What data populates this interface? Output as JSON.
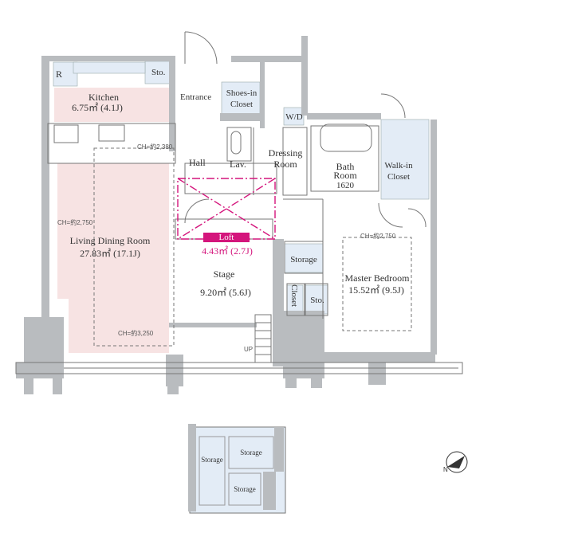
{
  "rooms": {
    "refrigerator": "R",
    "kitchen_storage": "Sto.",
    "kitchen_name": "Kitchen",
    "kitchen_area": "6.75㎡ (4.1J)",
    "entrance": "Entrance",
    "shoes_in_closet_1": "Shoes-in",
    "shoes_in_closet_2": "Closet",
    "washer_dryer": "W/D",
    "hall": "Hall",
    "lavatory": "Lav.",
    "dressing_room_1": "Dressing",
    "dressing_room_2": "Room",
    "bath_room_1": "Bath",
    "bath_room_2": "Room",
    "bath_size": "1620",
    "walk_in_closet_1": "Walk-in",
    "walk_in_closet_2": "Closet",
    "living_name": "Living Dining Room",
    "living_area": "27.83㎡ (17.1J)",
    "loft_name": "Loft",
    "loft_area": "4.43㎡ (2.7J)",
    "storage_main": "Storage",
    "stage_name": "Stage",
    "stage_area": "9.20㎡ (5.6J)",
    "closet": "Closet",
    "bedroom_storage": "Sto.",
    "master_name": "Master Bedroom",
    "master_area": "15.52㎡ (9.5J)",
    "up_mark": "UP"
  },
  "ceiling_heights": {
    "kitchen": "CH=約2,380",
    "living": "CH=約2,750",
    "bedroom": "CH=約2,750",
    "stage": "CH=約3,250"
  },
  "inset": {
    "storage_left": "Storage",
    "storage_top_right": "Storage",
    "storage_bottom_right": "Storage"
  },
  "colors": {
    "living_zone": "#f7e3e3",
    "wet_area": "#e3ecf6",
    "wall": "#b9bcbf",
    "loft": "#d4157c",
    "line": "#777777"
  }
}
